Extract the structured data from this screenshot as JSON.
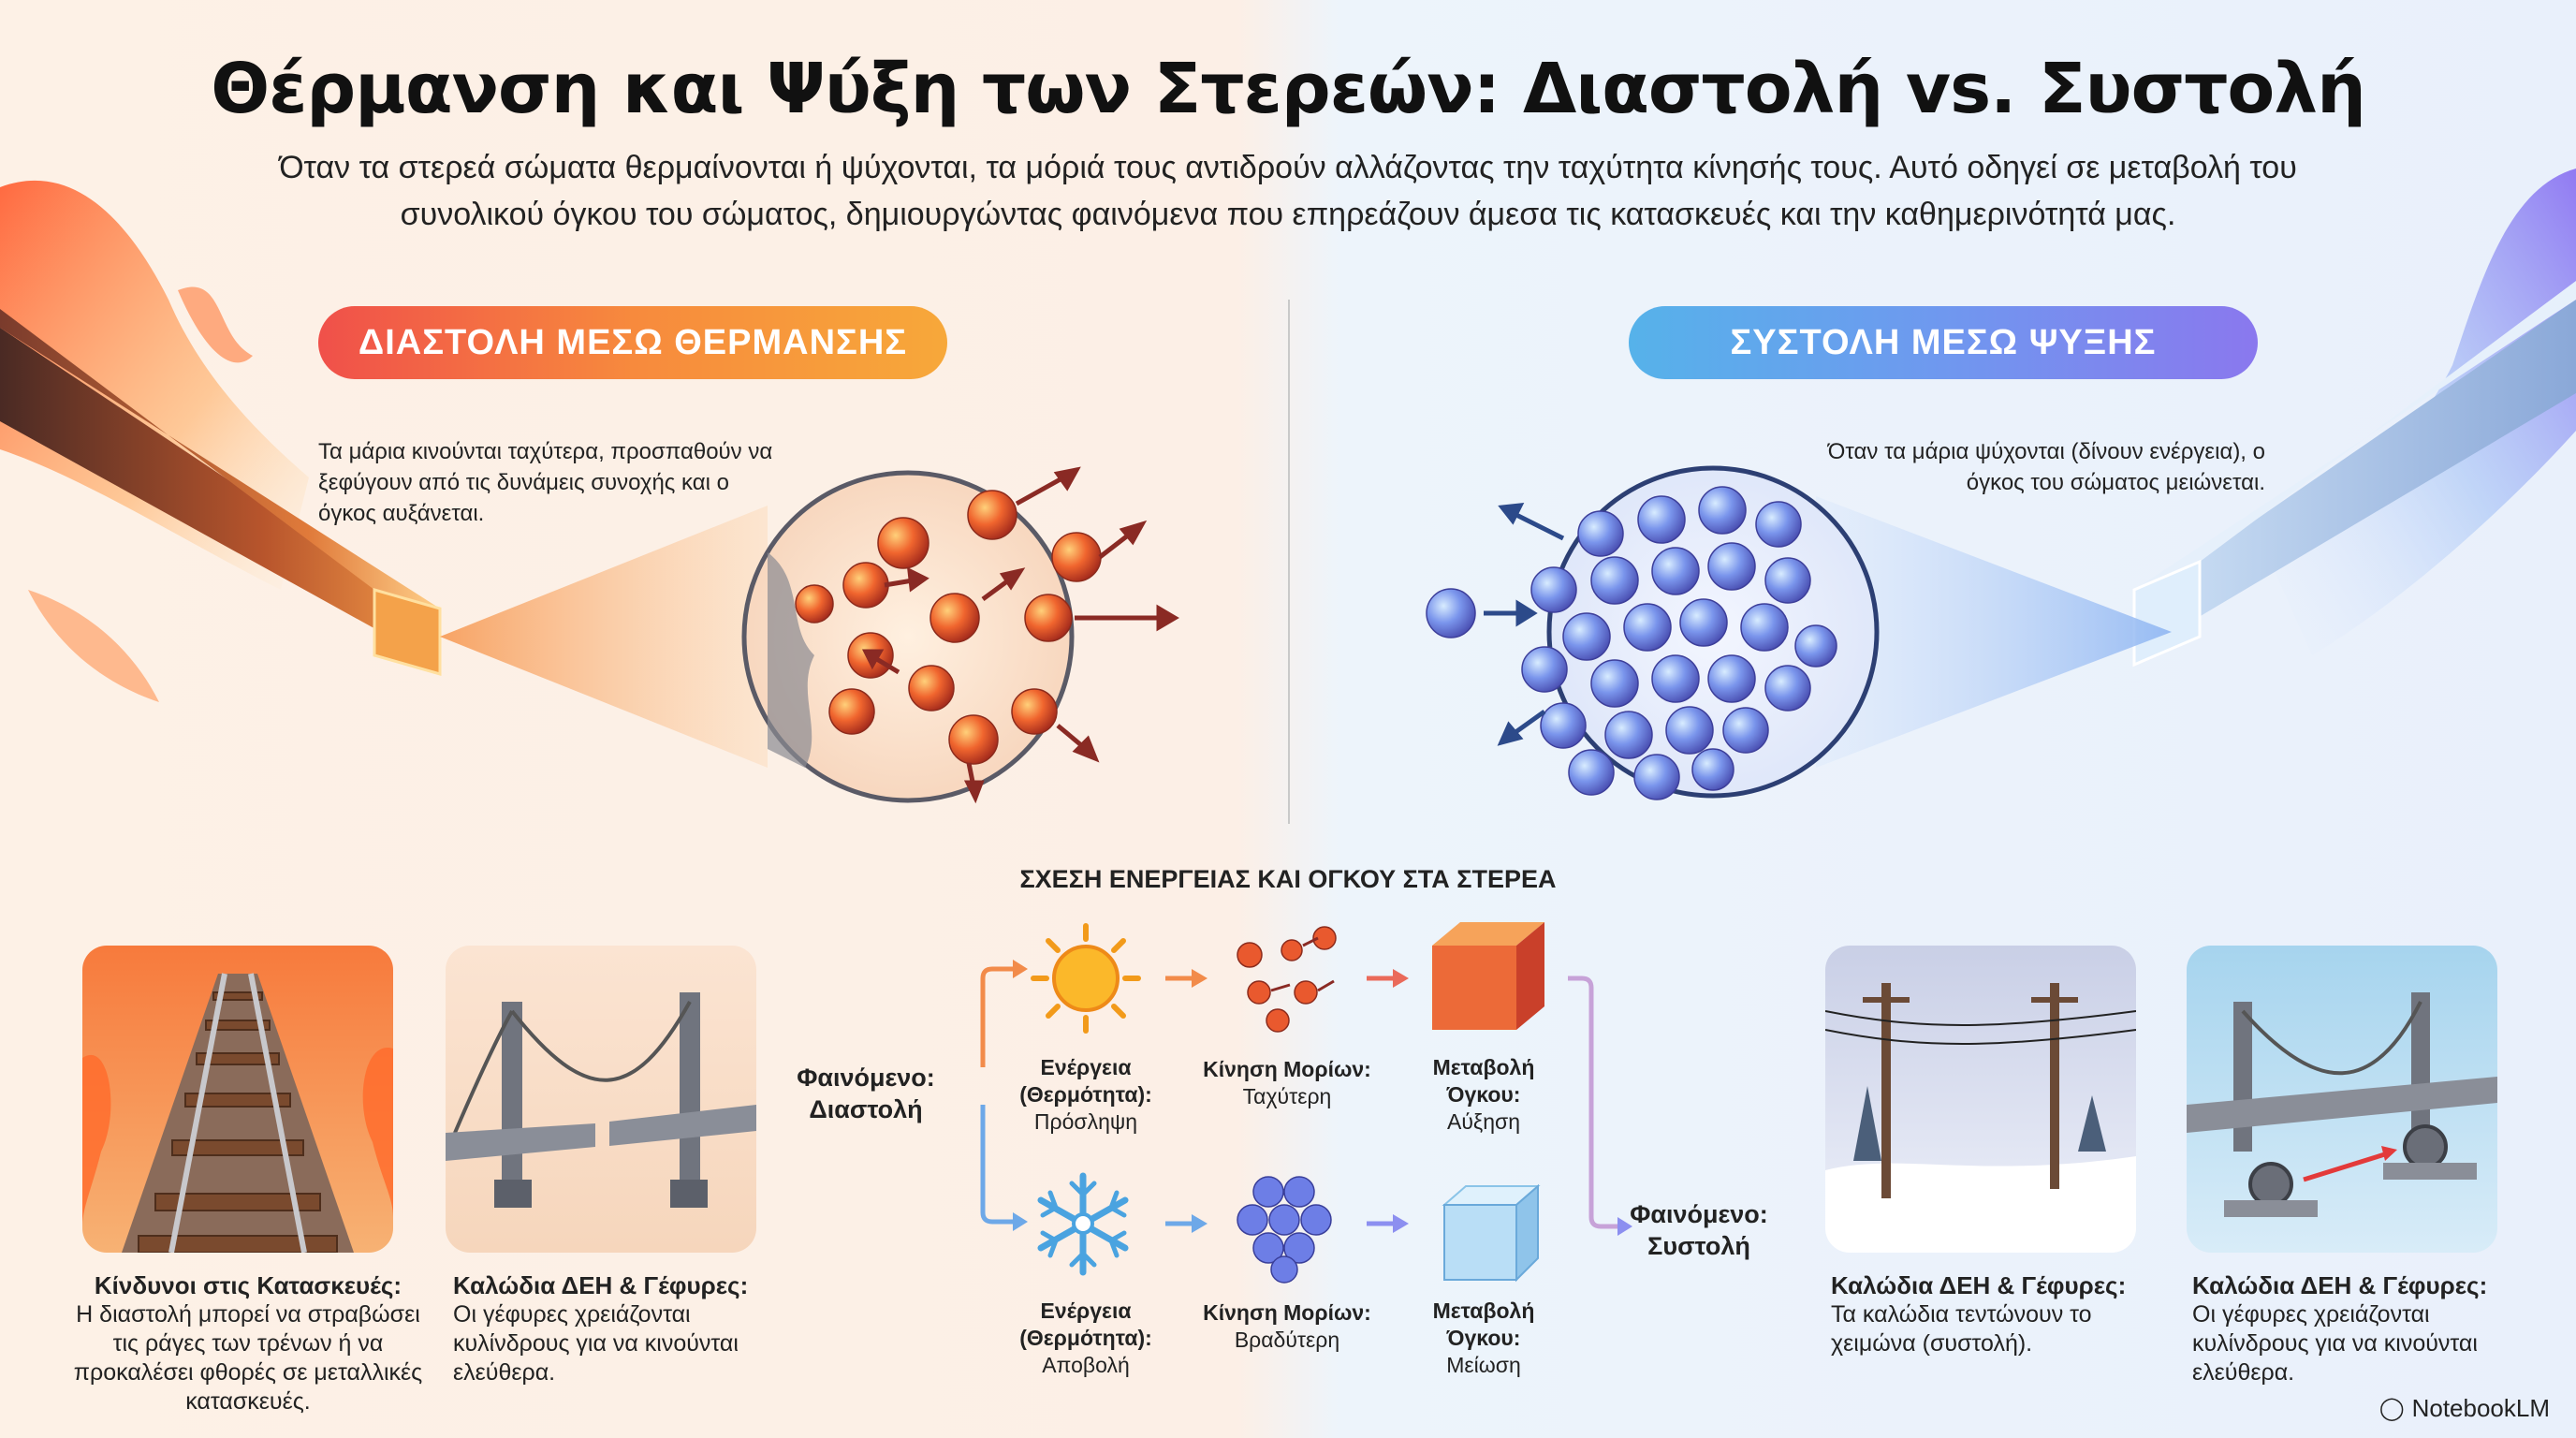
{
  "title": "Θέρμανση και Ψύξη των Στερεών: Διαστολή vs. Συστολή",
  "subtitle": "Όταν τα στερεά σώματα θερμαίνονται ή ψύχονται, τα μόριά τους αντιδρούν αλλάζοντας την ταχύτητα κίνησής τους. Αυτό οδηγεί σε μεταβολή του συνολικού όγκου του σώματος, δημιουργώντας φαινόμενα που επηρεάζουν άμεσα τις κατασκευές και την καθημερινότητά μας.",
  "heating": {
    "heading": "ΔΙΑΣΤΟΛΗ ΜΕΣΩ ΘΕΡΜΑΝΣΗΣ",
    "note": "Τα μάρια κινούνται ταχύτερα, προσπαθούν να ξεφύγουν από τις δυνάμεις συνοχής και ο όγκος αυξάνεται.",
    "color": "#f2703e"
  },
  "cooling": {
    "heading": "ΣΥΣΤΟΛΗ ΜΕΣΩ ΨΥΞΗΣ",
    "note": "Όταν τα μάρια ψύχονται (δίνουν ενέργεια), ο όγκος του σώματος μειώνεται.",
    "color": "#6f8ff0"
  },
  "relation": {
    "heading": "ΣΧΕΣΗ ΕΝΕΡΓΕΙΑΣ ΚΑΙ ΟΓΚΟΥ ΣΤΑ ΣΤΕΡΕΑ",
    "expansion_phenomenon": "Φαινόμενο: Διαστολή",
    "contraction_phenomenon": "Φαινόμενο: Συστολή",
    "top_row": [
      {
        "title": "Ενέργεια (Θερμότητα):",
        "value": "Πρόσληψη",
        "icon": "sun-icon"
      },
      {
        "title": "Κίνηση Μορίων:",
        "value": "Ταχύτερη",
        "icon": "fast-molecules-icon"
      },
      {
        "title": "Μεταβολή Όγκου:",
        "value": "Αύξηση",
        "icon": "large-cube-icon"
      }
    ],
    "bottom_row": [
      {
        "title": "Ενέργεια (Θερμότητα):",
        "value": "Αποβολή",
        "icon": "snowflake-icon"
      },
      {
        "title": "Κίνηση Μορίων:",
        "value": "Βραδύτερη",
        "icon": "packed-molecules-icon"
      },
      {
        "title": "Μεταβολή Όγκου:",
        "value": "Μείωση",
        "icon": "small-cube-icon"
      }
    ]
  },
  "examples": [
    {
      "title": "Κίνδυνοι στις Κατασκευές:",
      "text": "Η διαστολή μπορεί να στραβώσει τις ράγες των τρένων ή να προκαλέσει φθορές σε μεταλλικές κατασκευές.",
      "icon": "rail-tracks-icon"
    },
    {
      "title": "Καλώδια ΔΕΗ & Γέφυρες:",
      "text": "Οι γέφυρες χρειάζονται κυλίνδρους για να κινούνται ελεύθερα.",
      "icon": "bridge-icon"
    },
    {
      "title": "Καλώδια ΔΕΗ & Γέφυρες:",
      "text": "Τα καλώδια τεντώνουν το χειμώνα (συστολή).",
      "icon": "power-lines-icon"
    },
    {
      "title": "Καλώδια ΔΕΗ & Γέφυρες:",
      "text": "Οι γέφυρες χρειάζονται κυλίνδρους για να κινούνται ελεύθερα.",
      "icon": "bridge-rollers-icon"
    }
  ],
  "brand": "NotebookLM"
}
